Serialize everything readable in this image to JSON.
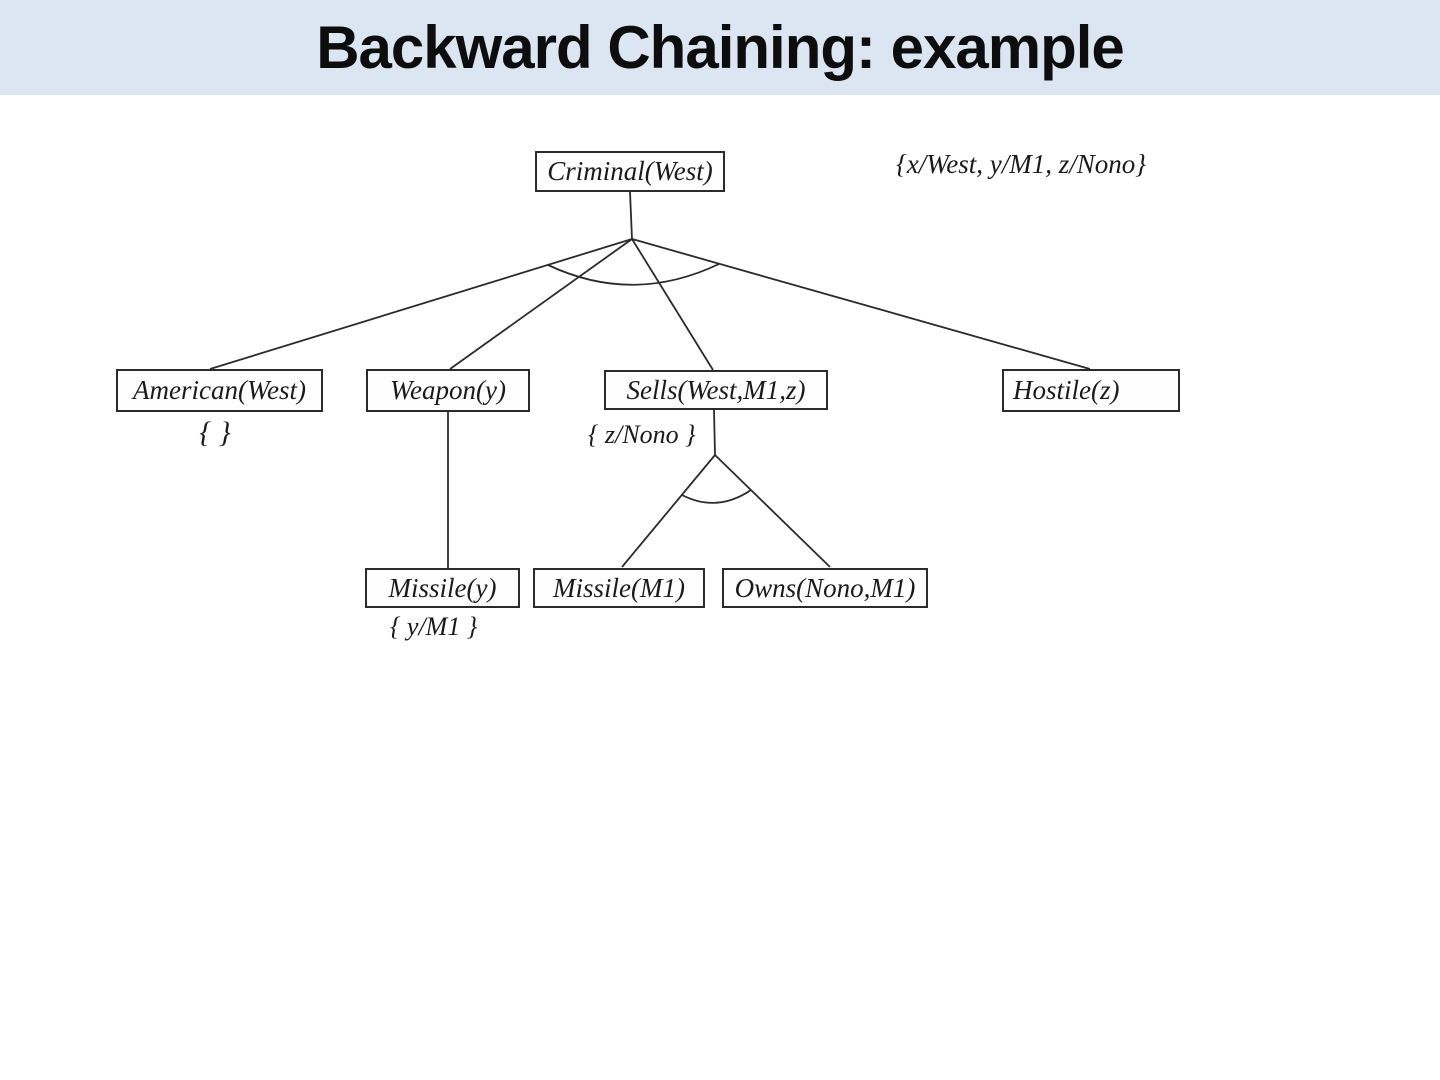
{
  "slide": {
    "title": "Backward Chaining: example"
  },
  "diagram": {
    "type": "backward-chaining proof tree",
    "nodes": {
      "criminal": {
        "label": "Criminal(West)"
      },
      "american": {
        "label": "American(West)"
      },
      "weapon": {
        "label": "Weapon(y)"
      },
      "sells": {
        "label": "Sells(West,M1,z)"
      },
      "hostile": {
        "label": "Hostile(z)"
      },
      "missile_y": {
        "label": "Missile(y)"
      },
      "missile_m1": {
        "label": "Missile(M1)"
      },
      "owns": {
        "label": "Owns(Nono,M1)"
      }
    },
    "substitutions": {
      "global": "{x/West, y/M1, z/Nono}",
      "under_american": "{ }",
      "under_sells": "{ z/Nono }",
      "under_missile": "{ y/M1 }"
    },
    "edges": [
      {
        "from": "criminal",
        "to": "american"
      },
      {
        "from": "criminal",
        "to": "weapon"
      },
      {
        "from": "criminal",
        "to": "sells"
      },
      {
        "from": "criminal",
        "to": "hostile"
      },
      {
        "from": "weapon",
        "to": "missile_y"
      },
      {
        "from": "sells",
        "to": "missile_m1"
      },
      {
        "from": "sells",
        "to": "owns"
      }
    ],
    "and_arcs": [
      "criminal-children",
      "sells-children"
    ]
  },
  "colors": {
    "header_bg": "#dce6f2",
    "line": "#2b2b2b",
    "text": "#1a1a1a",
    "box_bg": "#fefefe"
  }
}
